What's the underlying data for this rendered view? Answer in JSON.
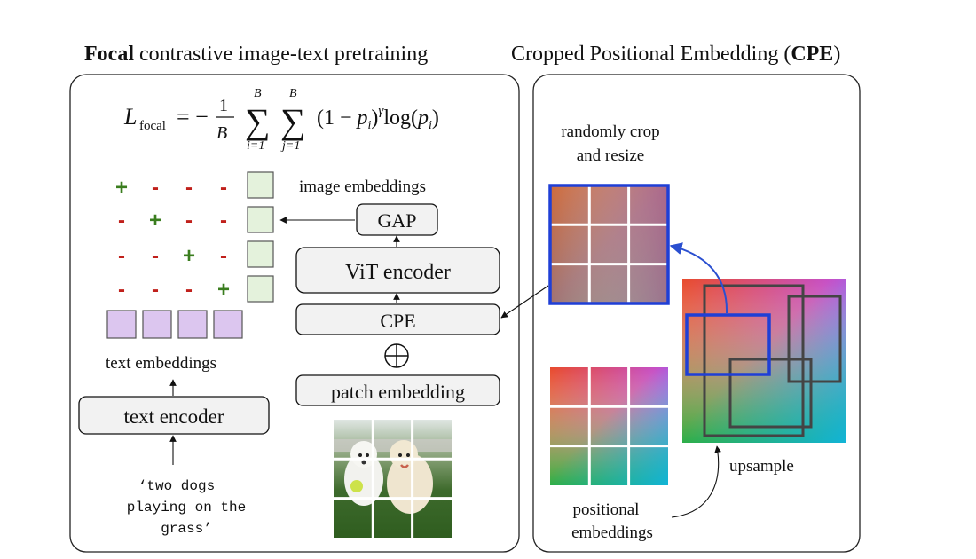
{
  "left_panel": {
    "title_bold": "Focal",
    "title_rest": " contrastive image-text pretraining",
    "formula": {
      "lhs": "L",
      "lhs_sub": "focal",
      "eq": "= −",
      "frac_num": "1",
      "frac_den": "B",
      "sum1_top": "B",
      "sum1_bot": "i=1",
      "sum2_top": "B",
      "sum2_bot": "j=1",
      "sum_symbol": "∑",
      "body_a": "(1 − ",
      "p": "p",
      "sub_i": "i",
      "body_b": ")",
      "gamma": "γ",
      "log": "log(",
      "close": ")"
    },
    "matrix": [
      [
        "+",
        "-",
        "-",
        "-"
      ],
      [
        "-",
        "+",
        "-",
        "-"
      ],
      [
        "-",
        "-",
        "+",
        "-"
      ],
      [
        "-",
        "-",
        "-",
        "+"
      ]
    ],
    "image_embeddings_label": "image embeddings",
    "text_embeddings_label": "text embeddings",
    "gap_label": "GAP",
    "vit_label": "ViT encoder",
    "cpe_label": "CPE",
    "oplus": "⊕",
    "patch_label": "patch embedding",
    "text_encoder_label": "text encoder",
    "caption_lines": [
      "‘two dogs",
      "playing on the",
      "grass’"
    ]
  },
  "right_panel": {
    "title_rest": "Cropped Positional Embedding (",
    "title_bold": "CPE",
    "title_close": ")",
    "crop_label_lines": [
      "randomly crop",
      "and resize"
    ],
    "upsample_label": "upsample",
    "pos_label_lines": [
      "positional",
      "embeddings"
    ]
  },
  "colors": {
    "plus": "#3a7d1e",
    "minus": "#c0201b",
    "image_emb_fill": "#e4f2dc",
    "text_emb_fill": "#dcc6ef",
    "box_fill": "#f2f2f2",
    "crop_blue": "#1f3fd6",
    "arrow_blue": "#2a4fd0"
  }
}
